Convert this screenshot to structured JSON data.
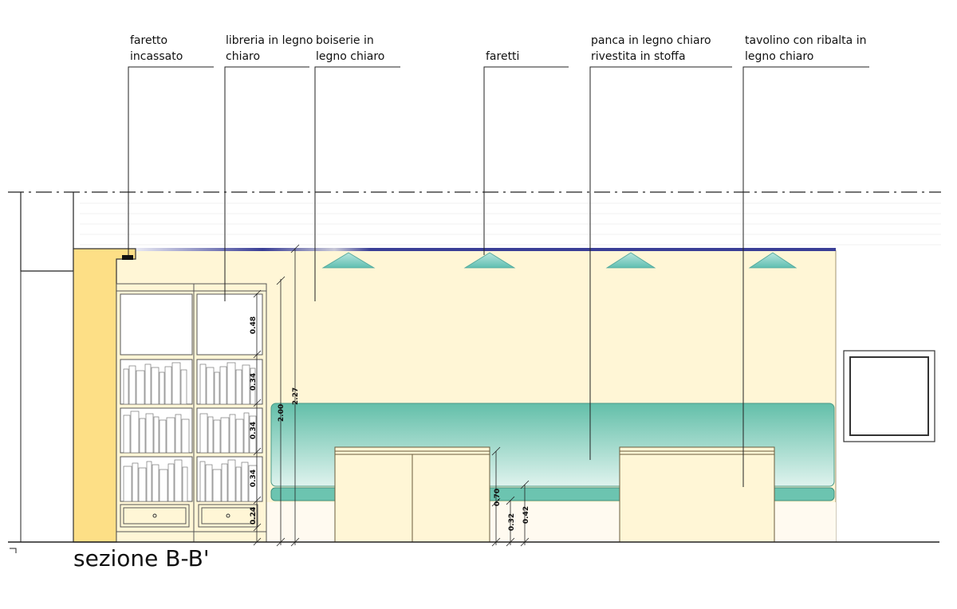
{
  "title": "sezione B-B'",
  "labels": {
    "faretto_incassato": "faretto\nincassato",
    "libreria": "libreria in legno\nchiaro",
    "boiserie": "boiserie in\nlegno chiaro",
    "faretti": "faretti",
    "panca": "panca in legno chiaro\nrivestita in stoffa",
    "tavolino": "tavolino con ribalta in\nlegno chiaro"
  },
  "dimensions": {
    "d048": "0.48",
    "d034a": "0.34",
    "d034b": "0.34",
    "d034c": "0.34",
    "d024": "0.24",
    "d200": "2.00",
    "d227": "2.27",
    "d070": "0.70",
    "d032": "0.32",
    "d042": "0.42"
  },
  "colors": {
    "wall": "#fff6d6",
    "pillar": "#fddf86",
    "bench": "#6cc4b0",
    "lamp": "#8fd3c9",
    "ceiling_strip": "#3a3e96"
  }
}
